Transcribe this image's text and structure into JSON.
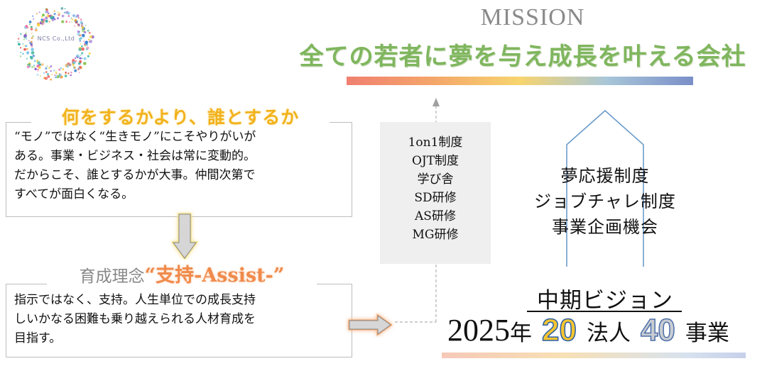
{
  "logo": {
    "text": "NCS Co.,Ltd"
  },
  "mission": {
    "label": "MISSION",
    "text": "全ての若者に夢を与え成長を叶える会社"
  },
  "philosophy": {
    "heading": "何をするかより、誰とするか",
    "lines": [
      "“モノ”ではなく“生きモノ”にこそやりがいが",
      "ある。事業・ビジネス・社会は常に変動的。",
      "だからこそ、誰とするかが大事。仲間次第で",
      "すべてが面白くなる。"
    ]
  },
  "development": {
    "prefix": "育成理念",
    "title": "“支持-Assist-”",
    "lines": [
      "指示ではなく、支持。人生単位での成長支持",
      "しいかなる困難も乗り越えられる人材育成を",
      "目指す。"
    ]
  },
  "training": {
    "items": [
      "1on1制度",
      "OJT制度",
      "学び舎",
      "SD研修",
      "AS研修",
      "MG研修"
    ]
  },
  "programs": {
    "items": [
      "夢応援制度",
      "ジョブチャレ制度",
      "事業企画機会"
    ]
  },
  "vision": {
    "title": "中期ビジョン",
    "year": "2025",
    "year_suffix": "年",
    "num1": "20",
    "unit1": "法人",
    "num2": "40",
    "unit2": "事業"
  },
  "colors": {
    "mission_green": "#7fb65e",
    "heading_yellow": "#f2b21c",
    "assist_orange": "#f08a4b",
    "house_blue": "#6d9ccc"
  }
}
